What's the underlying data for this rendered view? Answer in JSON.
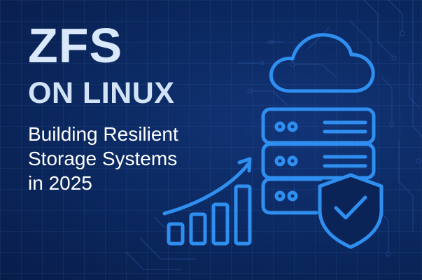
{
  "banner": {
    "title": "ZFS",
    "subtitle": "ON LINUX",
    "tagline_lines": [
      "Building Resilient",
      "Storage Systems",
      "in 2025"
    ]
  },
  "illustration": {
    "icons": [
      "cloud-icon",
      "server-stack-icon",
      "shield-check-icon",
      "bar-chart-growth-icon"
    ],
    "server_units": 3,
    "bar_count": 4
  },
  "colors": {
    "background": "#0b2458",
    "accent": "#2f8ff0",
    "title_text": "#d9e8fb",
    "tagline_text": "#ffffff"
  }
}
